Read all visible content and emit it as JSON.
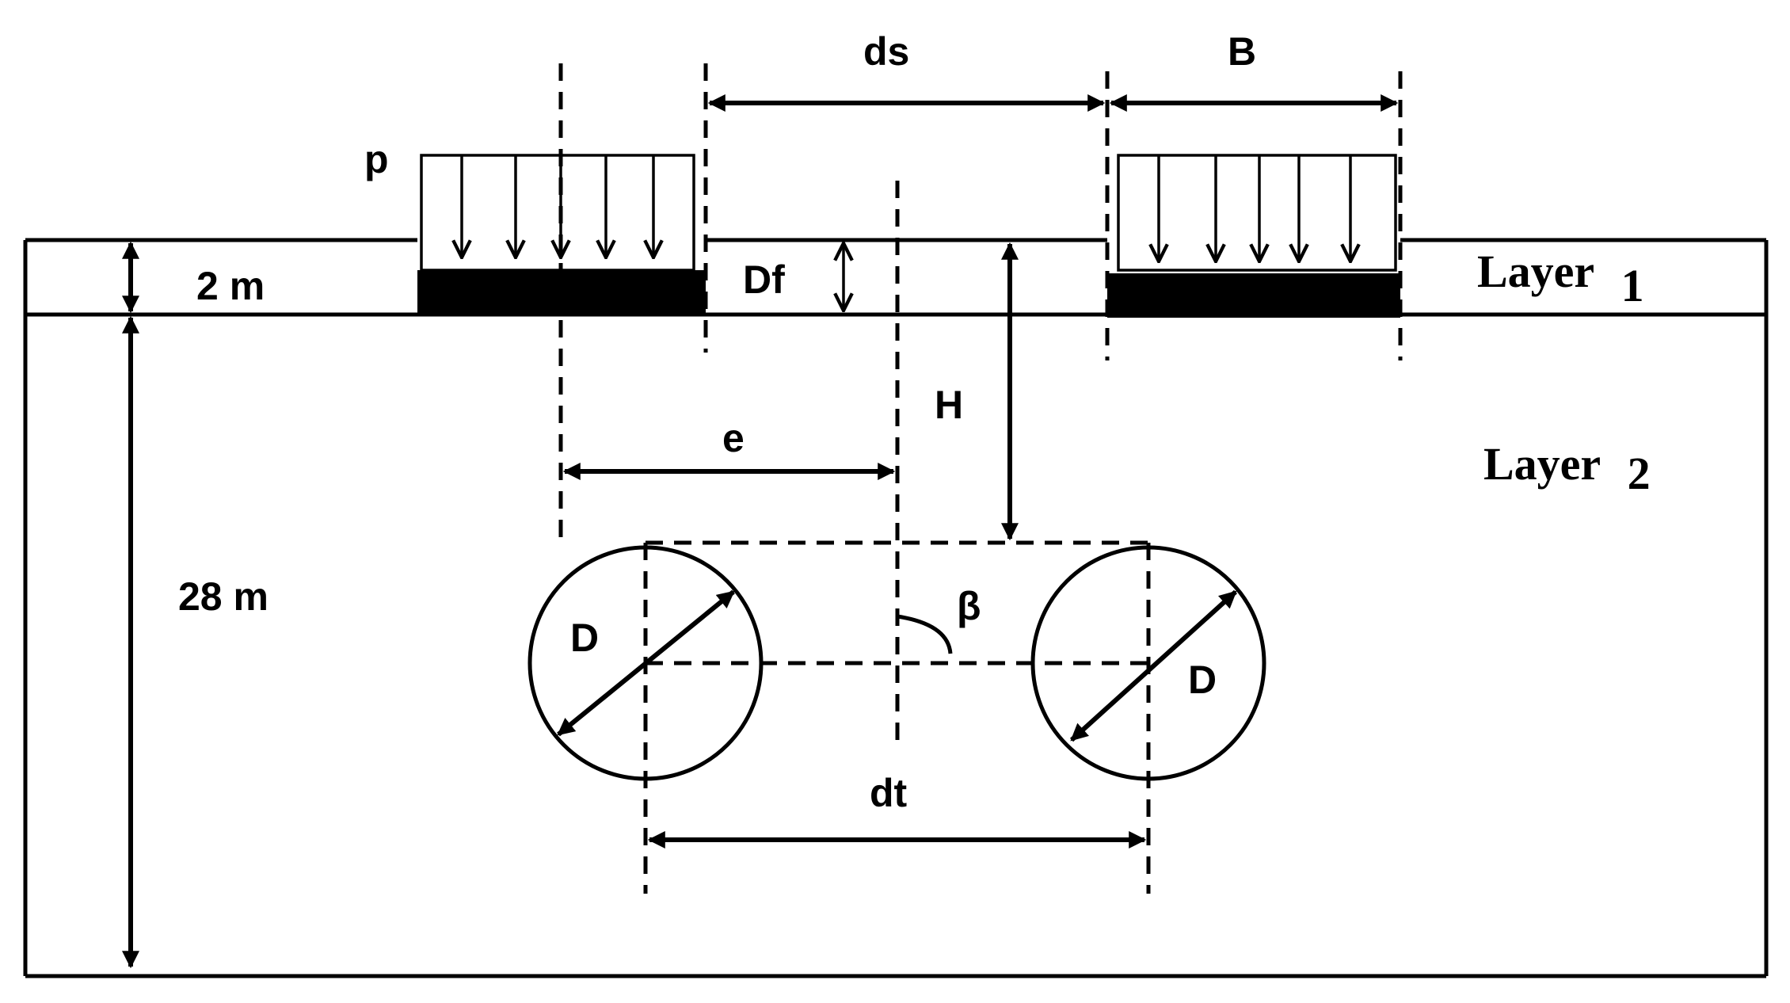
{
  "labels": {
    "load": "p",
    "footing_spacing": "ds",
    "footing_width": "B",
    "foundation_depth": "Df",
    "tunnel_depth": "H",
    "eccentricity": "e",
    "tunnel_diameter_left": "D",
    "tunnel_diameter_right": "D",
    "angle": "β",
    "tunnel_spacing": "dt",
    "layer1_thickness": "2 m",
    "layer2_thickness": "28 m"
  },
  "layers": {
    "layer1": {
      "name": "Layer",
      "number": "1"
    },
    "layer2": {
      "name": "Layer",
      "number": "2"
    }
  }
}
